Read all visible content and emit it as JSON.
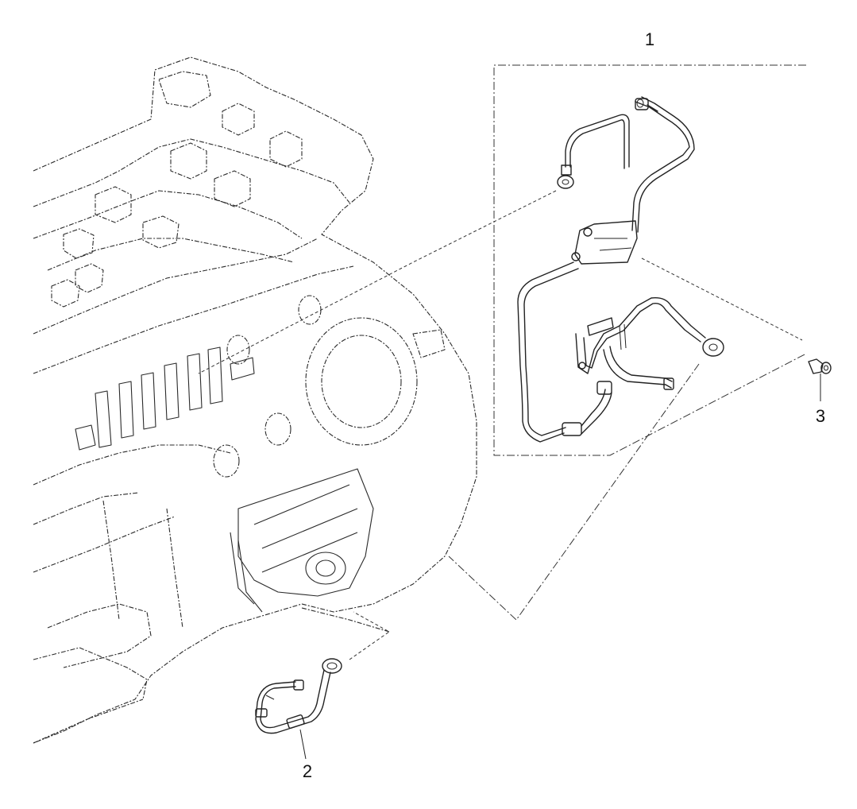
{
  "callouts": {
    "part_1": "1",
    "part_2": "2",
    "part_3": "3"
  },
  "colors": {
    "background": "#ffffff",
    "line": "#222222"
  }
}
